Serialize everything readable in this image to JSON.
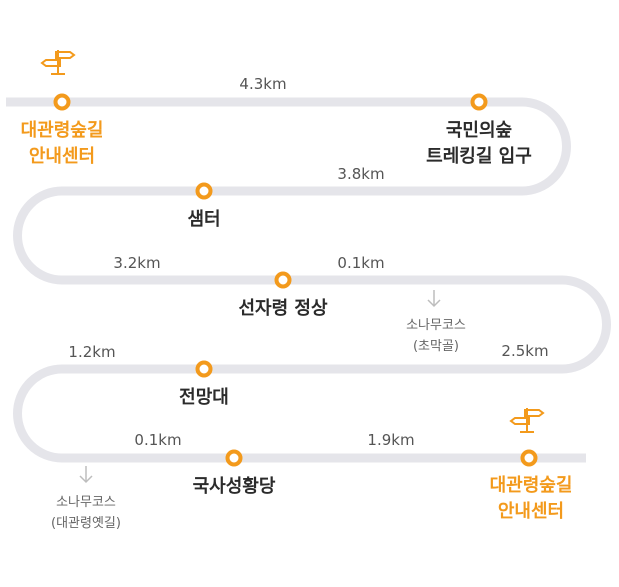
{
  "colors": {
    "route": "#e5e5ea",
    "accent": "#f39a1c",
    "stop_text": "#2b2b2b",
    "distance_text": "#555555",
    "side_text": "#666666",
    "side_arrow": "#bdbdbd"
  },
  "route": {
    "start": {
      "line1": "대관령숲길",
      "line2": "안내센터",
      "icon": "signpost-icon"
    },
    "end": {
      "line1": "대관령숲길",
      "line2": "안내센터",
      "icon": "signpost-icon"
    },
    "stops": [
      {
        "line1": "국민의숲",
        "line2": "트레킹길 입구"
      },
      {
        "line1": "샘터"
      },
      {
        "line1": "선자령 정상"
      },
      {
        "line1": "전망대"
      },
      {
        "line1": "국사성황당"
      }
    ],
    "distances": [
      "4.3km",
      "3.8km",
      "3.2km",
      "0.1km",
      "2.5km",
      "1.2km",
      "0.1km",
      "1.9km"
    ],
    "side_trails": [
      {
        "line1": "소나무코스",
        "line2": "(초막골)",
        "icon": "down-arrow-icon"
      },
      {
        "line1": "소나무코스",
        "line2": "(대관령옛길)",
        "icon": "down-arrow-icon"
      }
    ]
  }
}
